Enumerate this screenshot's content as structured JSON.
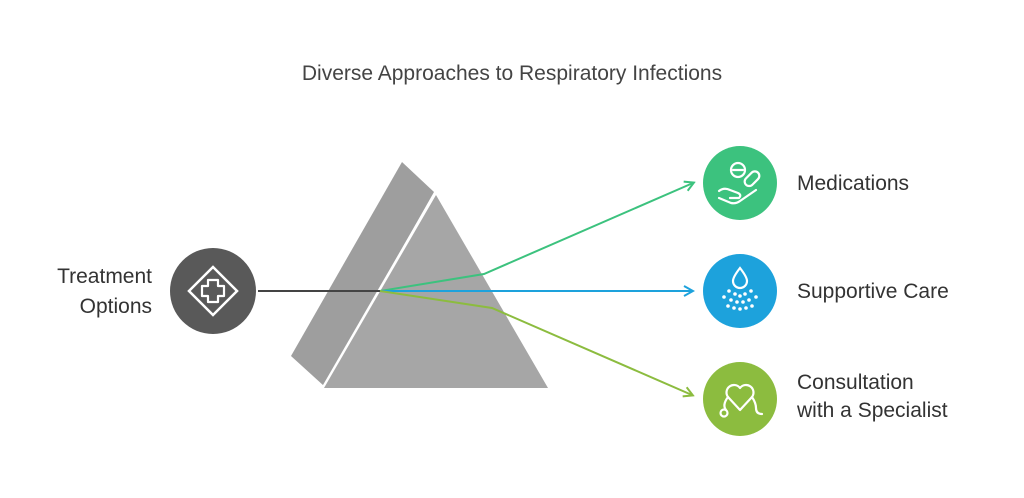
{
  "title": "Diverse Approaches to Respiratory Infections",
  "source": {
    "label_line1": "Treatment",
    "label_line2": "Options",
    "icon": "medical-cross-icon",
    "color": "#595959"
  },
  "prism_color": "#a6a6a6",
  "outputs": [
    {
      "label_line1": "Medications",
      "label_line2": "",
      "icon": "pills-in-hand-icon",
      "color": "#3cc27e"
    },
    {
      "label_line1": "Supportive Care",
      "label_line2": "",
      "icon": "water-drop-icon",
      "color": "#1da2dc"
    },
    {
      "label_line1": "Consultation",
      "label_line2": "with a Specialist",
      "icon": "heart-stethoscope-icon",
      "color": "#8cbc3f"
    }
  ]
}
